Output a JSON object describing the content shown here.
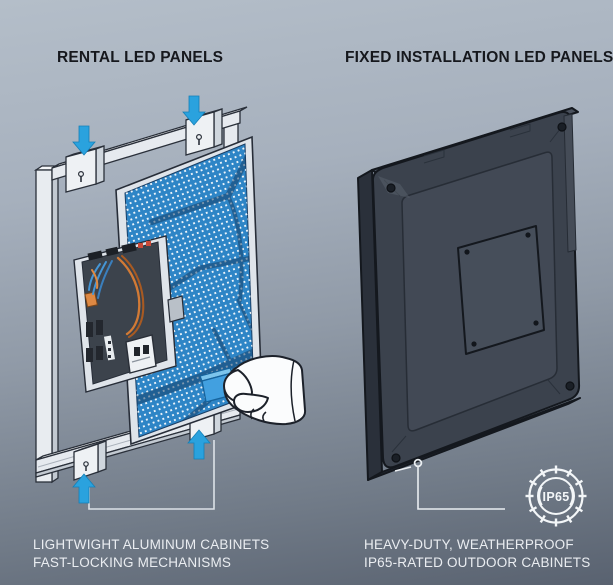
{
  "header": {
    "left_title": "RENTAL LED PANELS",
    "right_title": "FIXED INSTALLATION LED PANELS"
  },
  "left_illustration": {
    "caption_line1": "LIGHTWIGHT ALUMINUM CABINETS",
    "caption_line2": "FAST-LOCKING MECHANISMS"
  },
  "right_illustration": {
    "caption_line1": "HEAVY-DUTY, WEATHERPROOF",
    "caption_line2": "IP65-RATED OUTDOOR CABINETS",
    "badge_label": "IP65"
  },
  "colors": {
    "accent_arrow_blue": "#2aa2de",
    "led_panel_blue": "#2e85c6",
    "latch_blue": "#42a0e0",
    "aluminum_light": "#e8ecf0",
    "cabinet_dark": "#3b424d",
    "heading_text": "#16181d",
    "caption_text": "#eaedf1",
    "badge_white": "#f3f6f8"
  }
}
